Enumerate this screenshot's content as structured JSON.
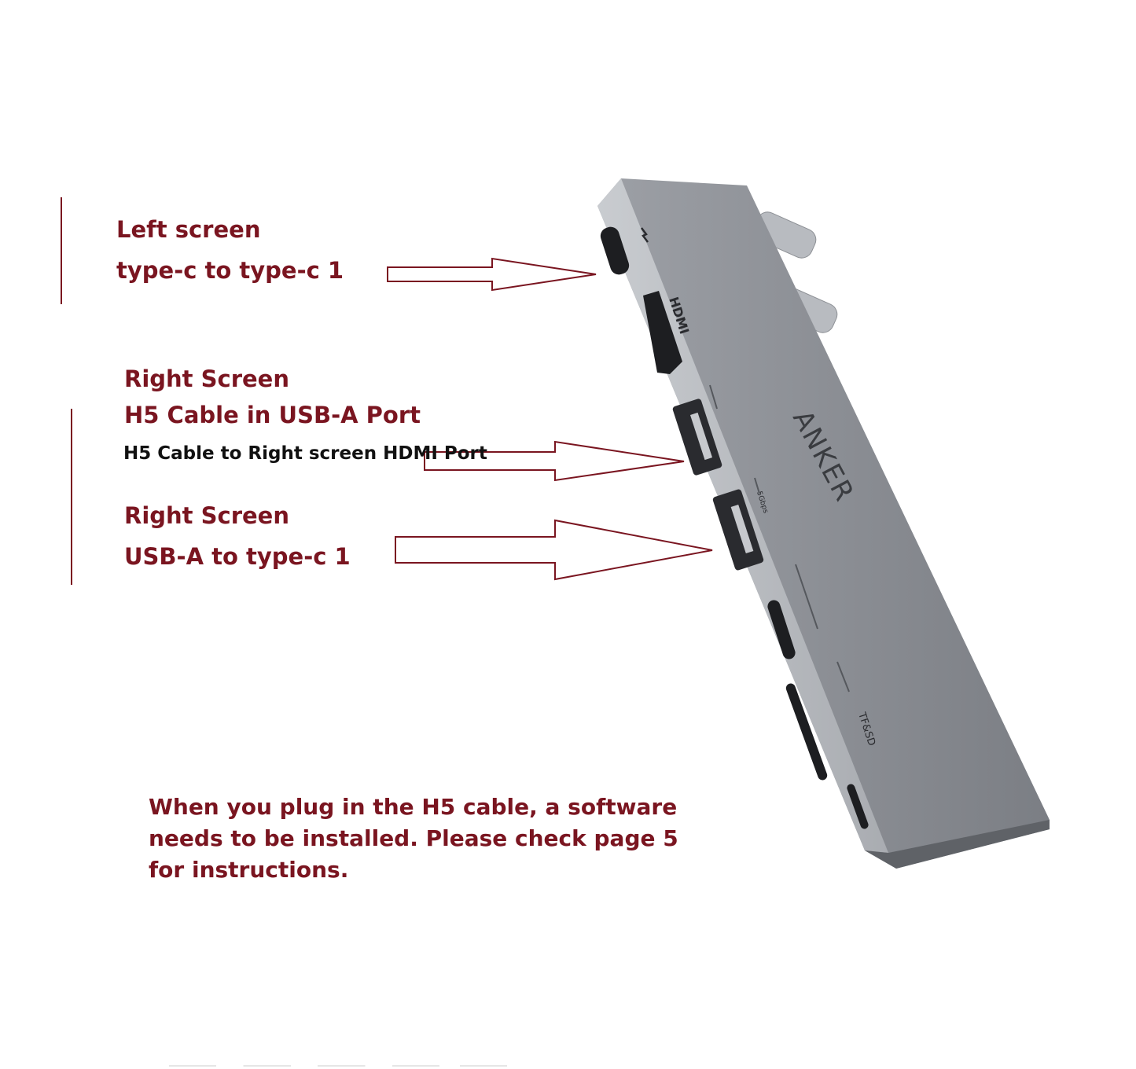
{
  "labels": {
    "left_screen_title": "Left screen",
    "left_screen_conn": "type-c to type-c 1",
    "right_screen_a_title": "Right Screen",
    "right_screen_a_conn": "H5 Cable in USB-A Port",
    "right_screen_a_detail": "H5 Cable to Right screen HDMI Port",
    "right_screen_b_title": "Right Screen",
    "right_screen_b_conn": "USB-A to type-c 1"
  },
  "note": "When you plug in the H5 cable, a software needs to be installed. Please check page 5 for instructions.",
  "device": {
    "brand": "ANKER",
    "port_labels": {
      "hdmi": "HDMI",
      "usb_speed": "5Gbps",
      "card": "TF&SD"
    }
  },
  "colors": {
    "accent": "#7a1520",
    "device_body": "#8e9197",
    "device_edge": "#b9bcc1"
  }
}
